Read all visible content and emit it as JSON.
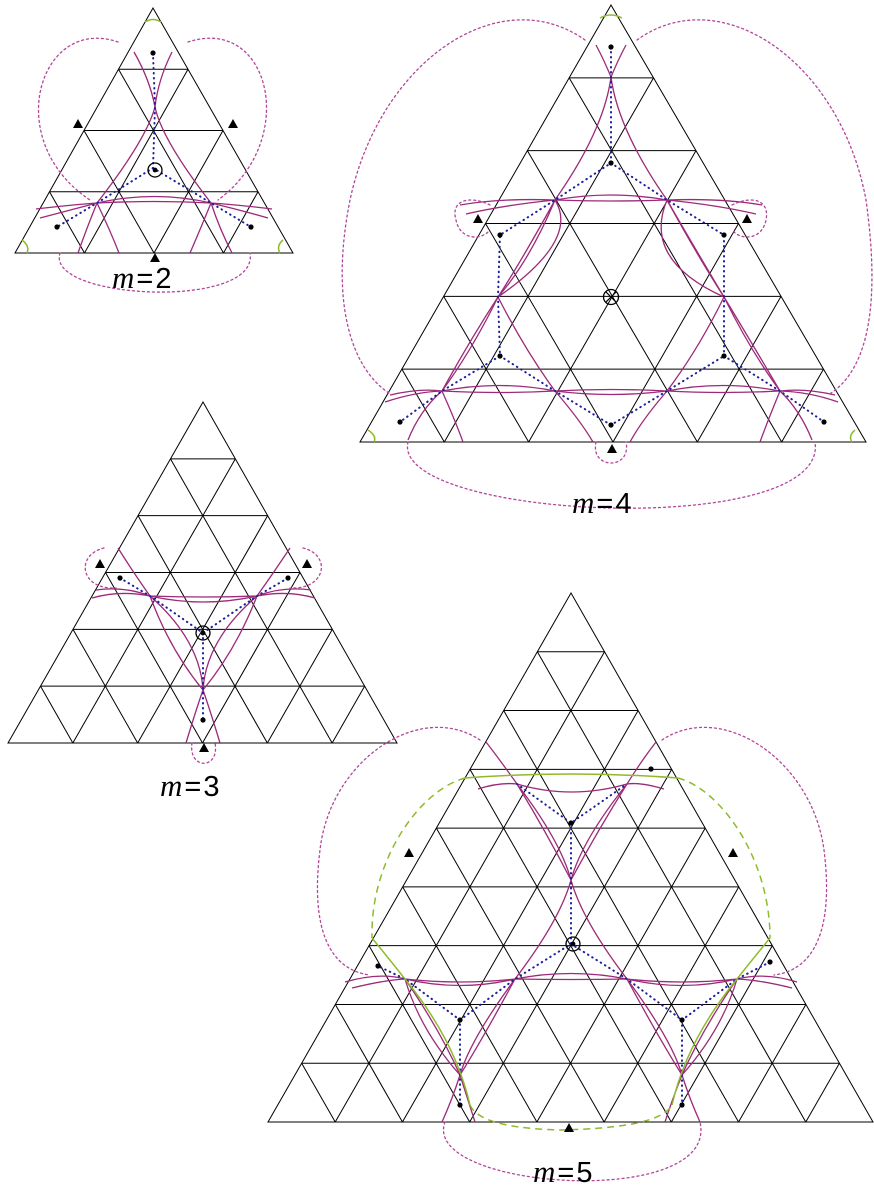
{
  "panels": [
    {
      "id": "m2",
      "label": {
        "var": "m",
        "eq": "=",
        "value": "2"
      },
      "triangle_divisions": 4,
      "center_mark": "dot-in-circle",
      "green_style": "corner-arcs"
    },
    {
      "id": "m4",
      "label": {
        "var": "m",
        "eq": "=",
        "value": "4"
      },
      "triangle_divisions": 6,
      "center_mark": "cross-in-circle",
      "green_style": "corner-arcs"
    },
    {
      "id": "m3",
      "label": {
        "var": "m",
        "eq": "=",
        "value": "3"
      },
      "triangle_divisions": 6,
      "center_mark": "dot-in-circle",
      "green_style": "none"
    },
    {
      "id": "m5",
      "label": {
        "var": "m",
        "eq": "=",
        "value": "5"
      },
      "triangle_divisions": 9,
      "center_mark": "dot-in-circle",
      "green_style": "dashed-loop"
    }
  ],
  "colors": {
    "grid": "#000000",
    "magenta_curve": "#9c2a79",
    "magenta_dotted": "#b4449a",
    "blue_dotted": "#1a1e9a",
    "green": "#8dbb2a"
  }
}
